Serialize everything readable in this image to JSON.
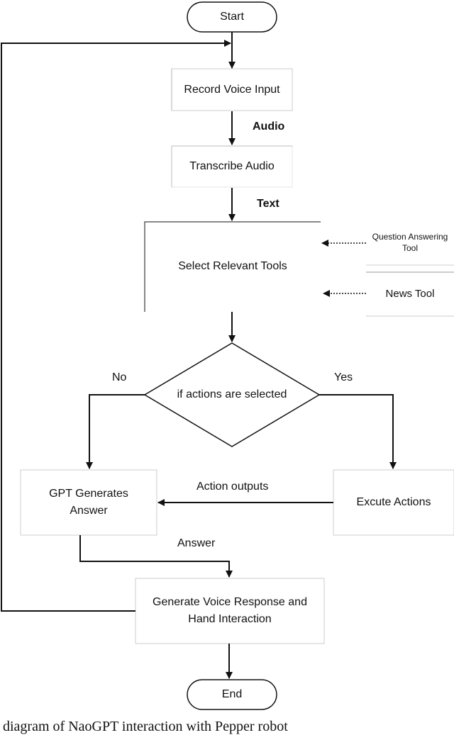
{
  "nodes": {
    "start": "Start",
    "record": "Record Voice Input",
    "transcribe": "Transcribe Audio",
    "select_tools": "Select Relevant Tools",
    "qa_tool": "Question Answering Tool",
    "news_tool": "News Tool",
    "decision": "if actions are selected",
    "gpt_answer": "GPT Generates Answer",
    "execute": "Excute Actions",
    "voice_response": "Generate Voice Response and Hand Interaction",
    "end": "End"
  },
  "edge_labels": {
    "audio": "Audio",
    "text": "Text",
    "no": "No",
    "yes": "Yes",
    "action_outputs": "Action outputs",
    "answer": "Answer"
  },
  "caption": "diagram of NaoGPT interaction with Pepper robot"
}
